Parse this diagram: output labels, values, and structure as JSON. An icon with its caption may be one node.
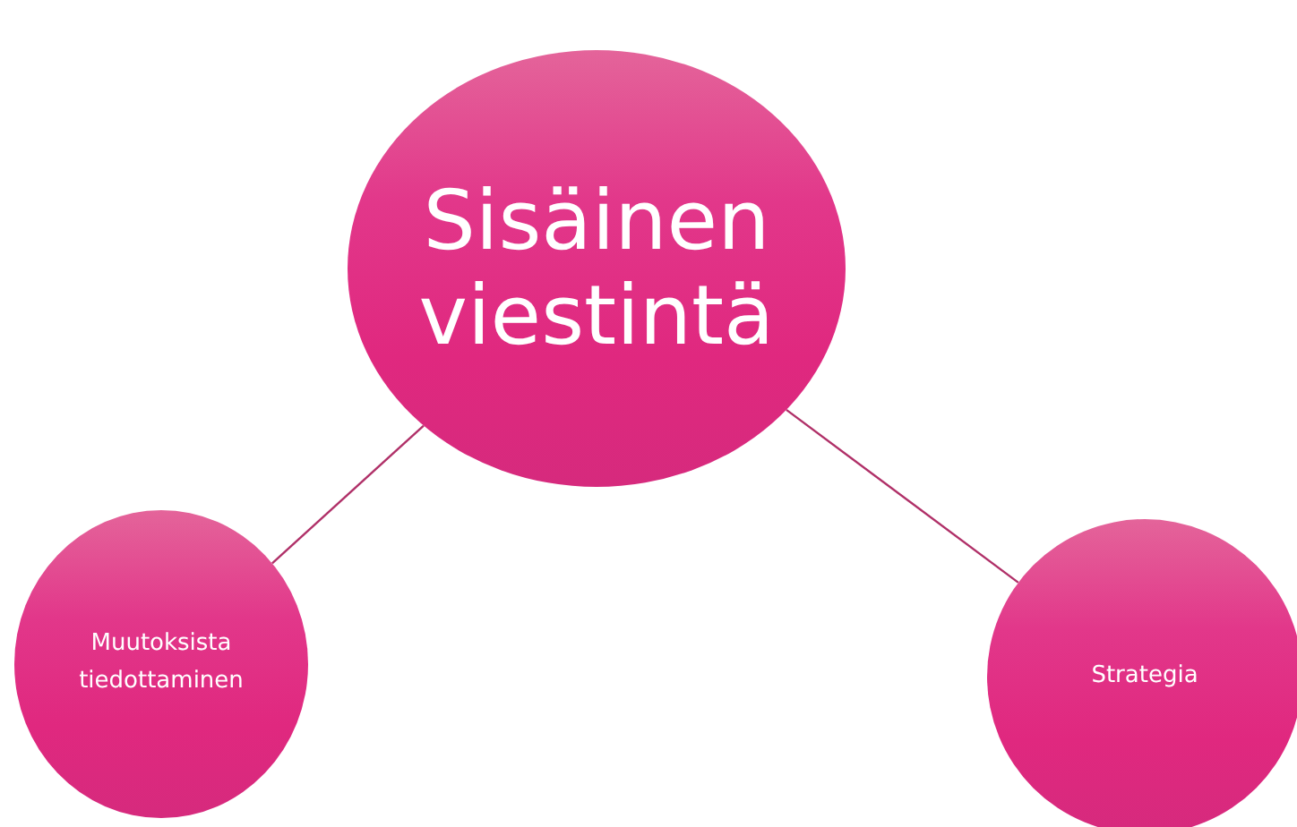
{
  "diagram": {
    "nodes": [
      {
        "text": [
          "Sisäinen viestintä"
        ]
      },
      {
        "text": [
          "Muutoksista tiedottaminen"
        ]
      },
      {
        "text": [
          "Strategia"
        ]
      }
    ],
    "edges": [
      {
        "from": 0,
        "to": 1,
        "arrow": "none"
      },
      {
        "from": 0,
        "to": 2,
        "arrow": "none"
      }
    ]
  }
}
